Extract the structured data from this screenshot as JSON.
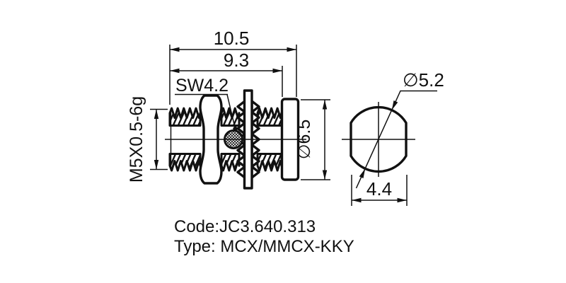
{
  "drawing": {
    "ink_color": "#111111",
    "background_color": "#ffffff",
    "side_view": {
      "dim_overall_length": "10.5",
      "dim_body_length": "9.3",
      "label_wrench_size": "SW4.2",
      "label_thread_spec": "M5X0.5-6g",
      "dim_flange_diameter": "∅6.5"
    },
    "end_view": {
      "dim_diameter": "∅5.2",
      "dim_across_flats": "4.4"
    },
    "notes": {
      "code": "Code:JC3.640.313",
      "type": "Type: MCX/MMCX-KKY"
    }
  }
}
